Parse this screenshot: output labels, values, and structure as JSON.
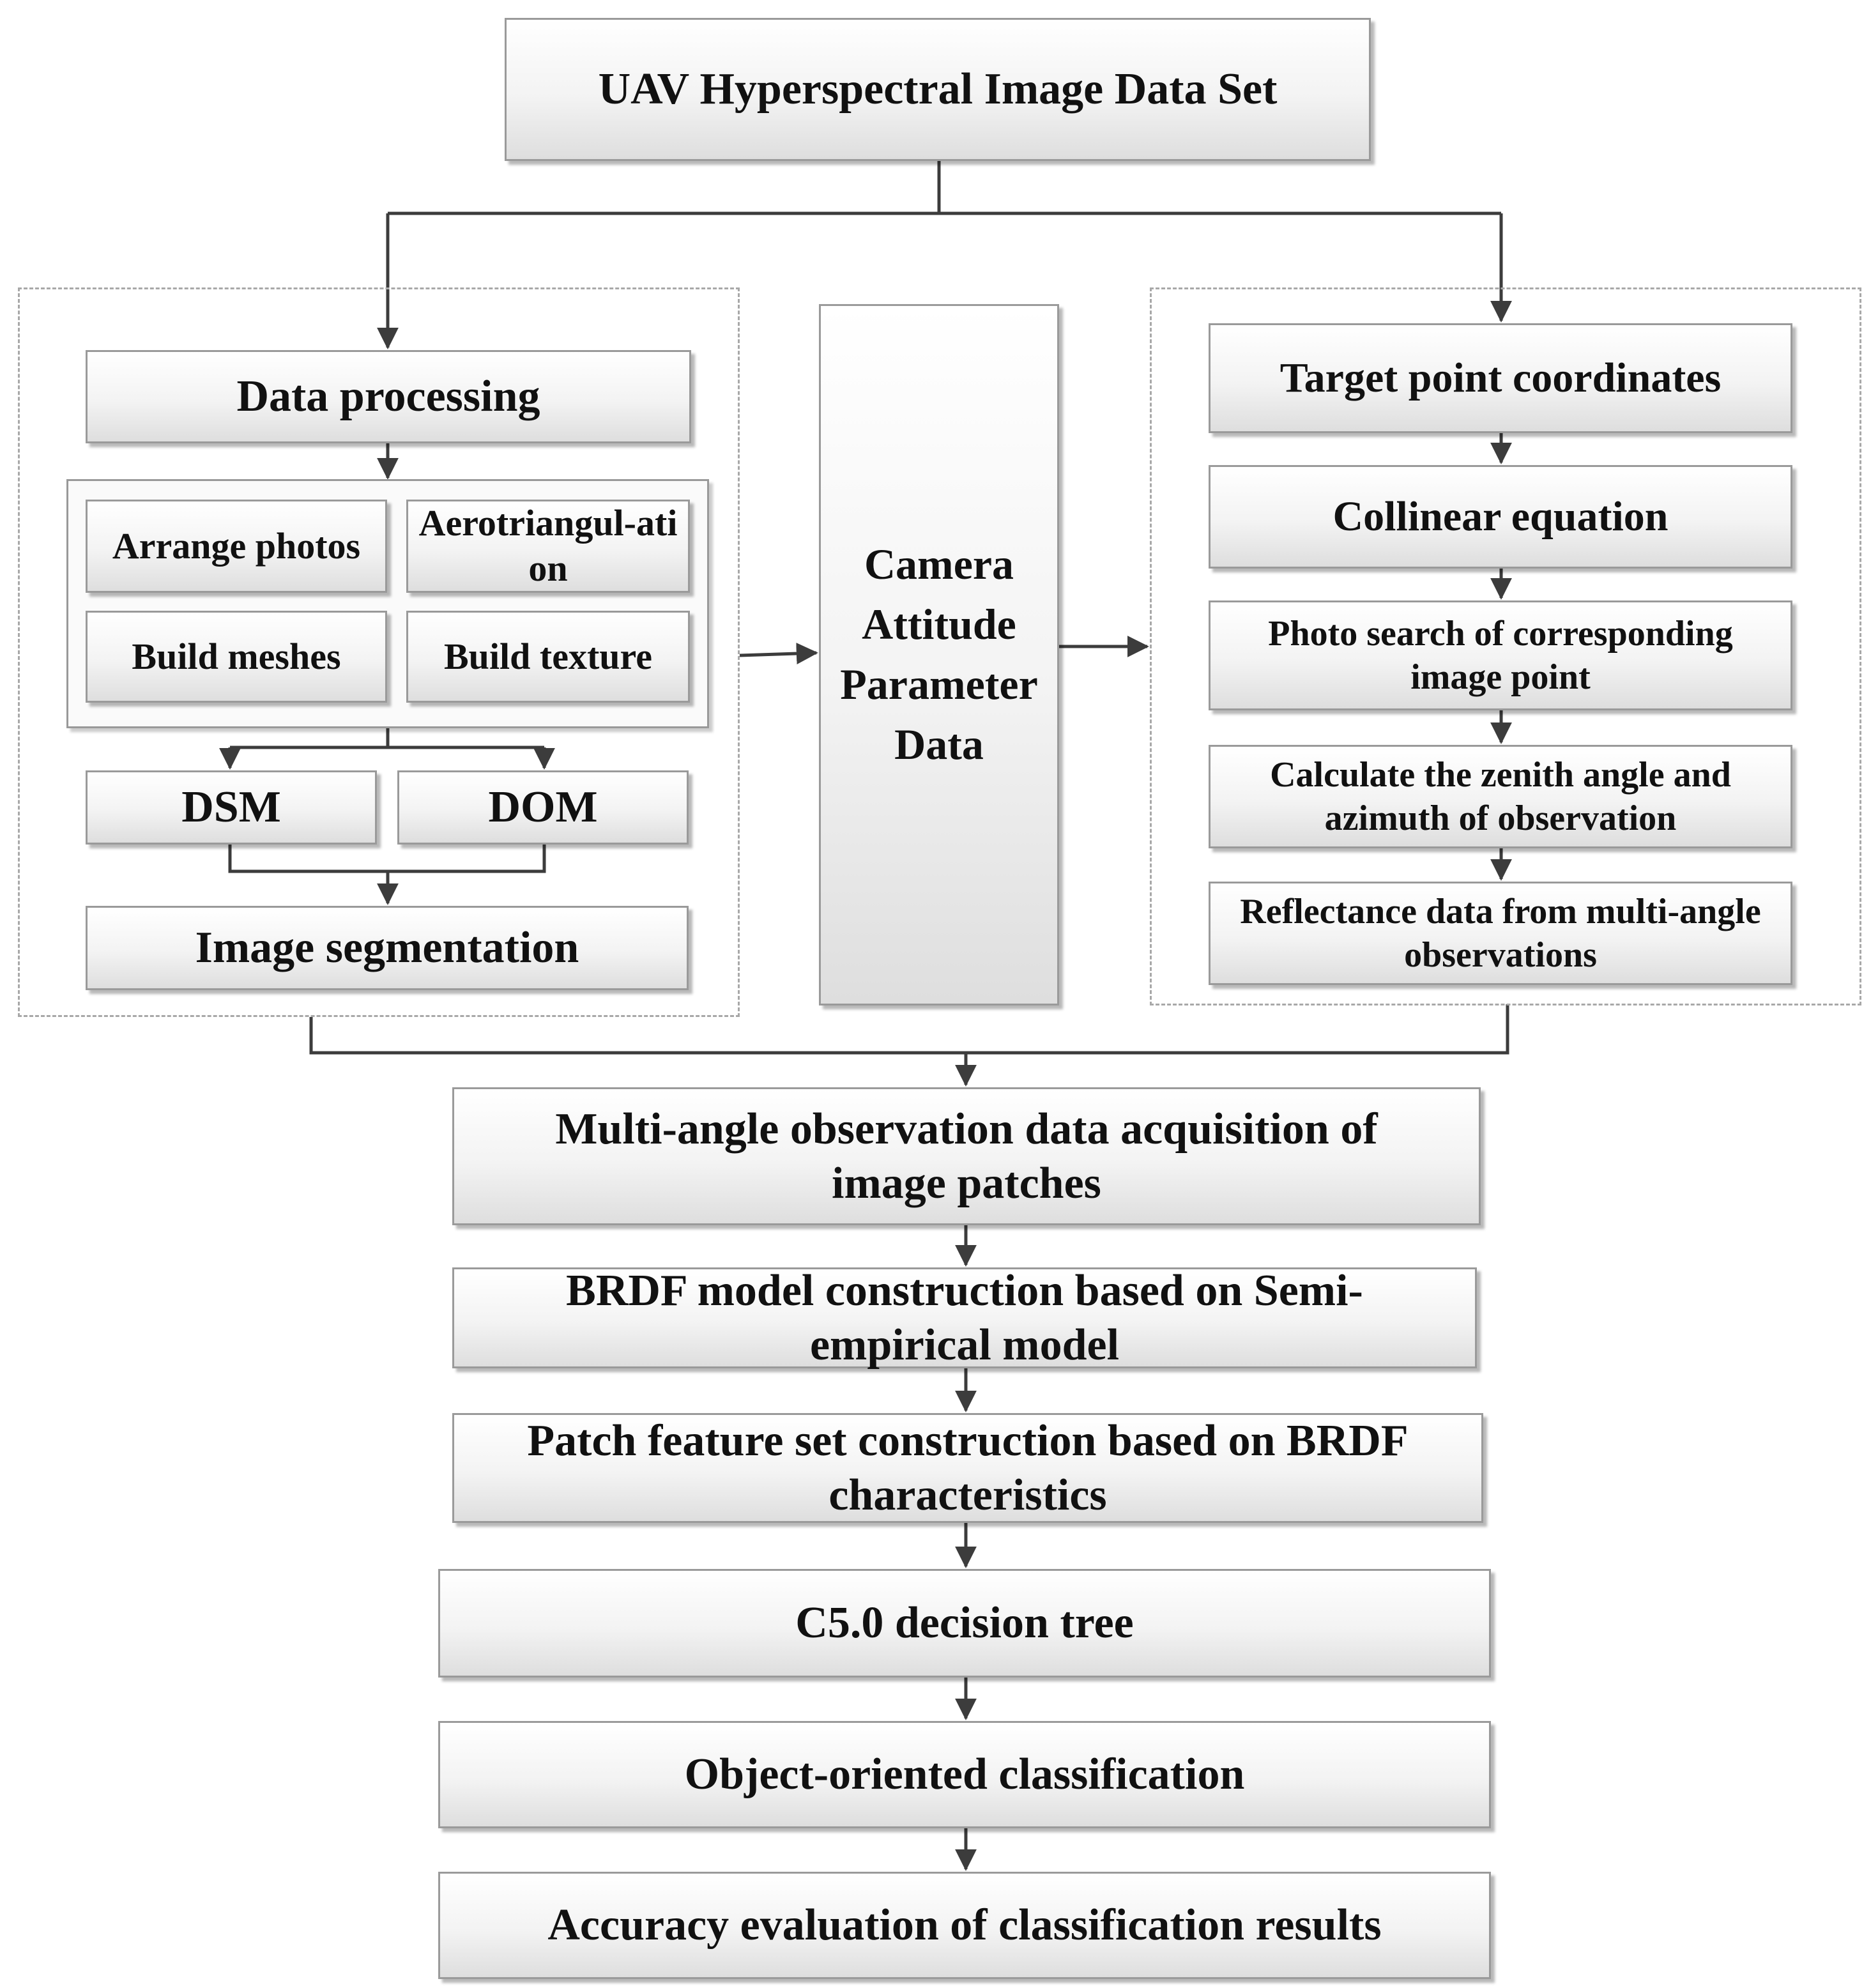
{
  "title": "UAV Hyperspectral Image Data Set",
  "left": {
    "data_processing": "Data processing",
    "arrange_photos": "Arrange photos",
    "aerotriangulation": "Aerotriangul-ation",
    "build_meshes": "Build meshes",
    "build_texture": "Build texture",
    "dsm": "DSM",
    "dom": "DOM",
    "image_segmentation": "Image segmentation"
  },
  "center": {
    "camera": "Camera Attitude Parameter Data"
  },
  "right": {
    "target_point": "Target point coordinates",
    "collinear": "Collinear equation",
    "photo_search": "Photo search of corresponding image point",
    "zenith": "Calculate the zenith angle and azimuth of observation",
    "reflectance": "Reflectance data from multi-angle observations"
  },
  "bottom": {
    "multi_angle": "Multi-angle observation data acquisition of image patches",
    "brdf_model": "BRDF model construction based on Semi-empirical model",
    "patch_feature": "Patch feature set construction based on BRDF characteristics",
    "c50": "C5.0 decision tree",
    "object_oriented": "Object-oriented classification",
    "accuracy": "Accuracy evaluation of classification results"
  }
}
